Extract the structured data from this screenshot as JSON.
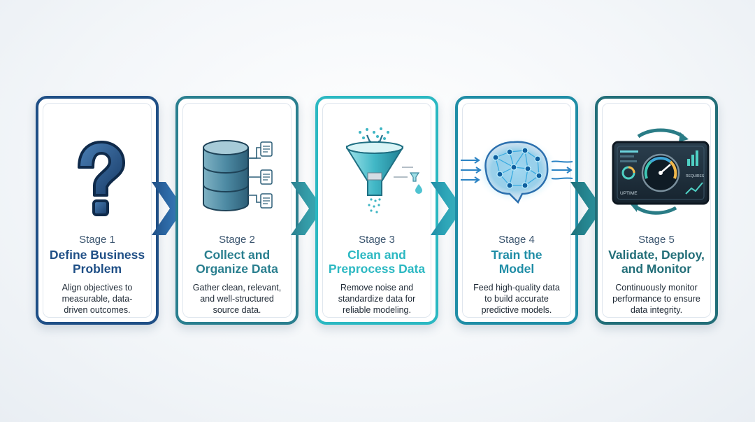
{
  "stages": [
    {
      "number": "Stage 1",
      "title": "Define Business\nProblem",
      "description": "Align objectives to\nmeasurable, data-\ndriven outcomes.",
      "color": "#1f4f86",
      "icon": "question-mark-icon"
    },
    {
      "number": "Stage 2",
      "title": "Collect and\nOrganize Data",
      "description": "Gather clean, relevant,\nand well-structured\nsource data.",
      "color": "#2a7f8f",
      "icon": "database-icon"
    },
    {
      "number": "Stage 3",
      "title": "Clean and\nPreprocess Data",
      "description": "Remove noise and\nstandardize data for\nreliable modeling.",
      "color": "#2bb8c2",
      "icon": "funnel-icon"
    },
    {
      "number": "Stage 4",
      "title": "Train the\nModel",
      "description": "Feed high-quality data\nto build accurate\npredictive models.",
      "color": "#1f8da6",
      "icon": "neural-brain-icon"
    },
    {
      "number": "Stage 5",
      "title": "Validate, Deploy,\nand Monitor",
      "description": "Continuously monitor\nperformance to ensure\ndata integrity.",
      "color": "#226e78",
      "icon": "dashboard-gauge-icon"
    }
  ],
  "dashboard": {
    "uptime_label": "UPTIME",
    "metric_label": "REQUIRES"
  }
}
